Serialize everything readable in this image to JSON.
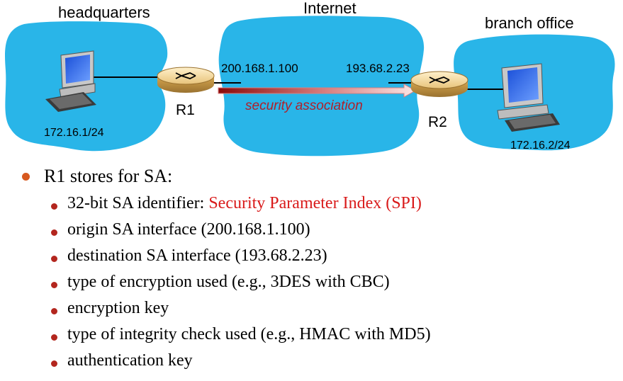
{
  "diagram": {
    "sites": {
      "headquarters": {
        "label": "headquarters",
        "subnet": "172.16.1/24"
      },
      "internet": {
        "label": "Internet"
      },
      "branch": {
        "label": "branch office",
        "subnet": "172.16.2/24"
      }
    },
    "routers": {
      "r1": {
        "label": "R1",
        "interface_ip": "200.168.1.100"
      },
      "r2": {
        "label": "R2",
        "interface_ip": "193.68.2.23"
      }
    },
    "tunnel": {
      "label": "security association"
    },
    "colors": {
      "cloud": "#29b5e8",
      "router_body": "#e8c37a",
      "tunnel_dark": "#8b0a0a",
      "tunnel_light": "#fbe6e6",
      "tunnel_text": "#b0202a"
    }
  },
  "bullets": {
    "heading": "R1 stores for SA:",
    "items": [
      {
        "text": "32-bit SA identifier: ",
        "highlight": "Security Parameter Index (SPI)"
      },
      {
        "text": "origin SA interface (200.168.1.100)"
      },
      {
        "text": "destination SA interface (193.68.2.23)"
      },
      {
        "text": "type of encryption used (e.g., 3DES with CBC)"
      },
      {
        "text": "encryption key"
      },
      {
        "text": "type of integrity check used (e.g., HMAC with MD5)"
      },
      {
        "text": "authentication key"
      }
    ]
  }
}
